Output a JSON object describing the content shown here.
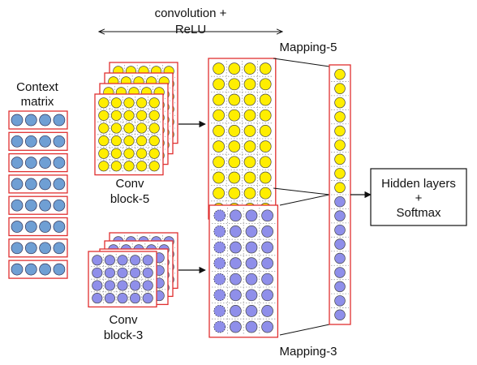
{
  "labels": {
    "conv_relu_line1": "convolution +",
    "conv_relu_line2": "ReLU",
    "context_line1": "Context",
    "context_line2": "matrix",
    "conv5_line1": "Conv",
    "conv5_line2": "block-5",
    "conv3_line1": "Conv",
    "conv3_line2": "block-3",
    "mapping5": "Mapping-5",
    "mapping3": "Mapping-3",
    "hidden_line1": "Hidden layers",
    "hidden_line2": "+",
    "hidden_line3": "Softmax"
  },
  "colors": {
    "yellow_node": "#ffee00",
    "blue_node": "#8f8fea",
    "context_node": "#6f9fd4",
    "border_red": "#e03030",
    "dashed": "#999999",
    "line": "#111111"
  }
}
